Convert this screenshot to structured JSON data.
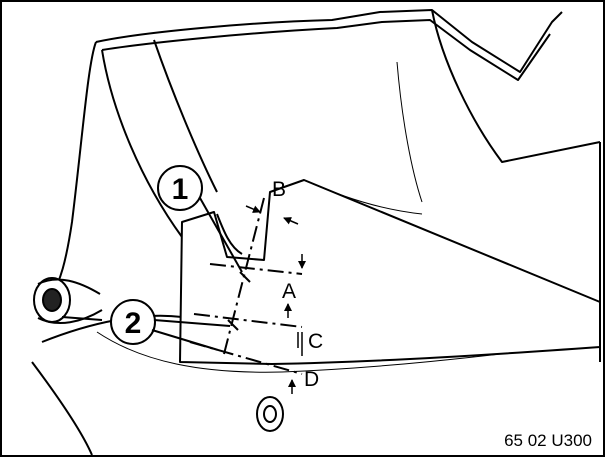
{
  "callouts": {
    "one": "1",
    "two": "2"
  },
  "dimensions": {
    "a": "A",
    "b": "B",
    "c": "C",
    "d": "D"
  },
  "figure_code": "65 02 U300"
}
